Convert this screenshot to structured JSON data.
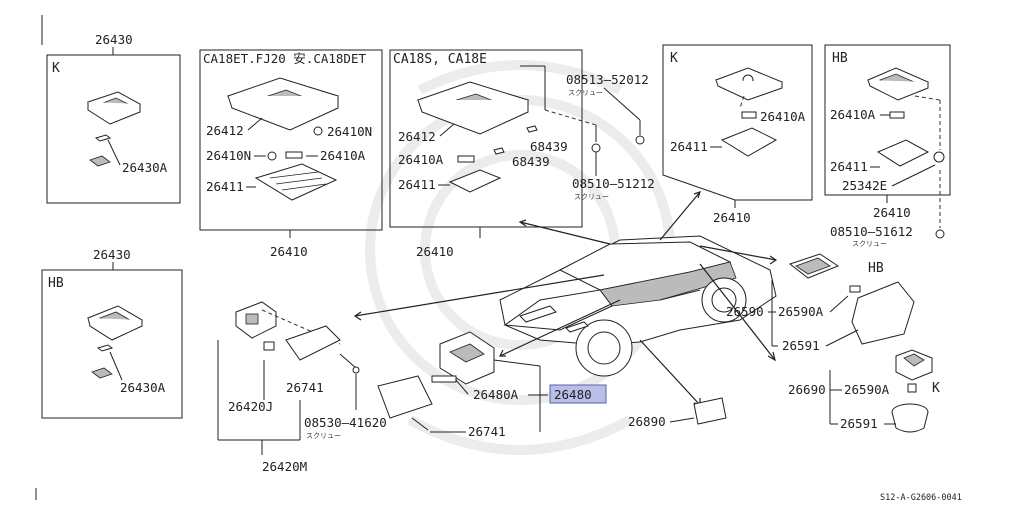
{
  "footer_code": "S12-A-G2606-0041",
  "variants": {
    "k": "K",
    "hb": "HB"
  },
  "engines": {
    "turbo": "CA18ET.FJ20 安.CA18DET",
    "na": "CA18S, CA18E"
  },
  "screw_note": "スクリュー",
  "parts": {
    "p26430": "26430",
    "p26430A": "26430A",
    "p26412": "26412",
    "p26410N": "26410N",
    "p26410A": "26410A",
    "p26411": "26411",
    "p26410": "26410",
    "p68439": "68439",
    "p08513_52012": "08513—52012",
    "p08510_51212": "08510—51212",
    "p25342E": "25342E",
    "p08510_51612": "08510—51612",
    "p26590": "26590",
    "p26590A": "26590A",
    "p26591": "26591",
    "p26690": "26690",
    "p26480": "26480",
    "p26480A": "26480A",
    "p26741": "26741",
    "p26890": "26890",
    "p26420J": "26420J",
    "p26420M": "26420M",
    "p08530_41620": "08530—41620"
  },
  "highlight_color": "#b9bfe6"
}
